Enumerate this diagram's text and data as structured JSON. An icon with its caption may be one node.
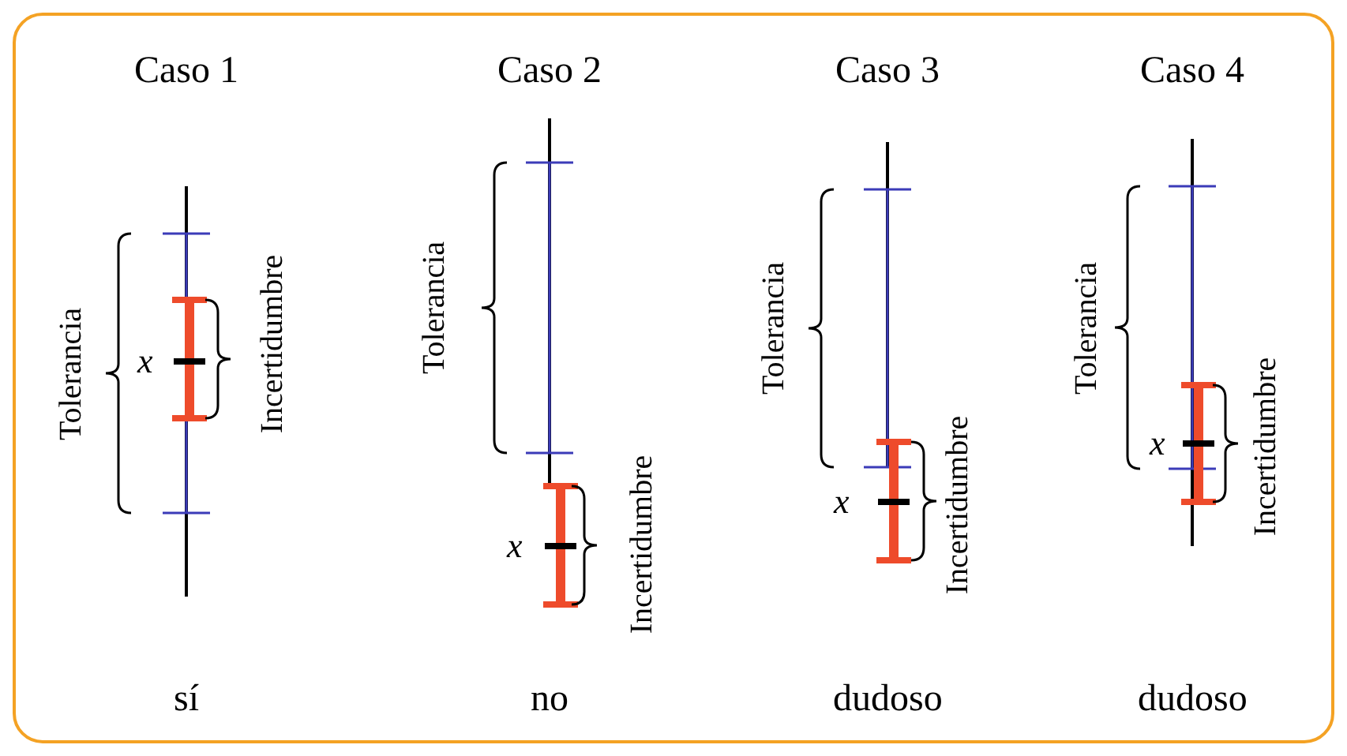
{
  "diagram": {
    "labels": [
      "Caso 1",
      "Tolerancia",
      "x",
      "Incertidumbre",
      "sí",
      "Caso 2",
      "Tolerancia",
      "x",
      "Incertidumbre",
      "no",
      "Caso 3",
      "Tolerancia",
      "x",
      "Incertidumbre",
      "dudoso",
      "Caso 4",
      "Tolerancia",
      "x",
      "Incertidumbre",
      "dudoso"
    ]
  }
}
